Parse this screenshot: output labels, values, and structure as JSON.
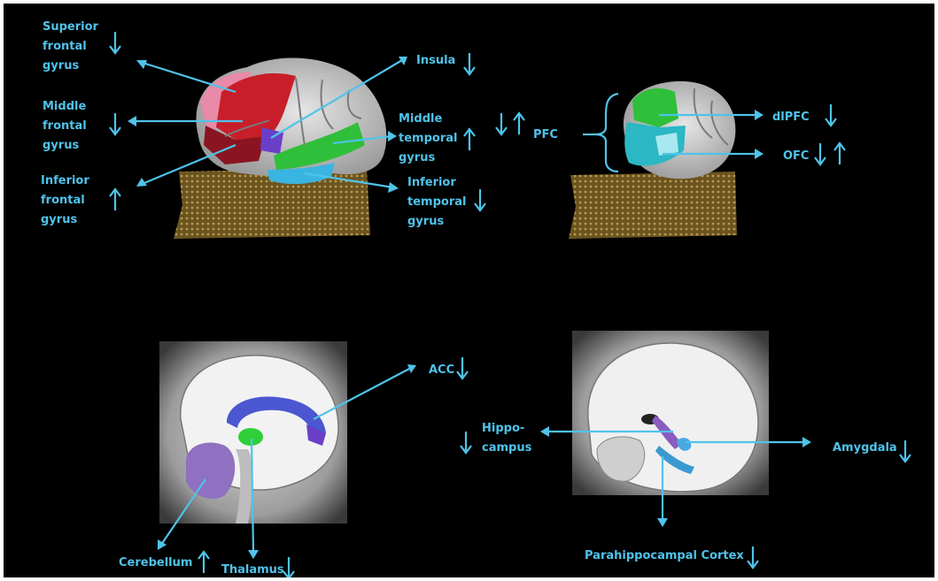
{
  "colors": {
    "background": "#000000",
    "annotation": "#4fc3ea",
    "superior_frontal": "#e88aa8",
    "middle_frontal": "#c81e2a",
    "inferior_frontal": "#8a1520",
    "insula": "#6a3fc8",
    "temporal": "#2fbf3a",
    "inferior_temporal": "#3ab4e0",
    "dlpfc": "#2fbf3a",
    "ofc": "#2bb7c4",
    "acc": "#4a57d0",
    "thalamus": "#2fcf3a",
    "cerebellum": "#9070c0",
    "hippocampus": "#8a5cc0",
    "amygdala": "#4aa8e0",
    "parahippocampal": "#3a9ad0"
  },
  "labels": {
    "superior_frontal": [
      "Superior",
      "frontal",
      "gyrus"
    ],
    "middle_frontal": [
      "Middle",
      "frontal",
      "gyrus"
    ],
    "inferior_frontal": [
      "Inferior",
      "frontal",
      "gyrus"
    ],
    "insula": "Insula",
    "middle_temporal": [
      "Middle",
      "temporal",
      "gyrus"
    ],
    "inferior_temporal": [
      "Inferior",
      "temporal",
      "gyrus"
    ],
    "pfc": "PFC",
    "dlpfc": "dlPFC",
    "ofc": "OFC",
    "acc": "ACC",
    "cerebellum": "Cerebellum",
    "thalamus": "Thalamus",
    "hippocampus": [
      "Hippo-",
      "campus"
    ],
    "amygdala": "Amygdala",
    "parahippocampal": "Parahippocampal Cortex"
  },
  "indicators": {
    "superior_frontal": "down",
    "middle_frontal": "down",
    "inferior_frontal": "up",
    "insula": "down",
    "middle_temporal": "up",
    "inferior_temporal": "down",
    "pfc": [
      "down",
      "up"
    ],
    "dlpfc": "down",
    "ofc": [
      "down",
      "up"
    ],
    "acc": "down",
    "cerebellum": "up",
    "thalamus": "down",
    "hippocampus": "down",
    "amygdala": "down",
    "parahippocampal": "down"
  },
  "panels": [
    "lateral-cortex-view",
    "prefrontal-view",
    "midsagittal-view",
    "medial-temporal-view"
  ]
}
